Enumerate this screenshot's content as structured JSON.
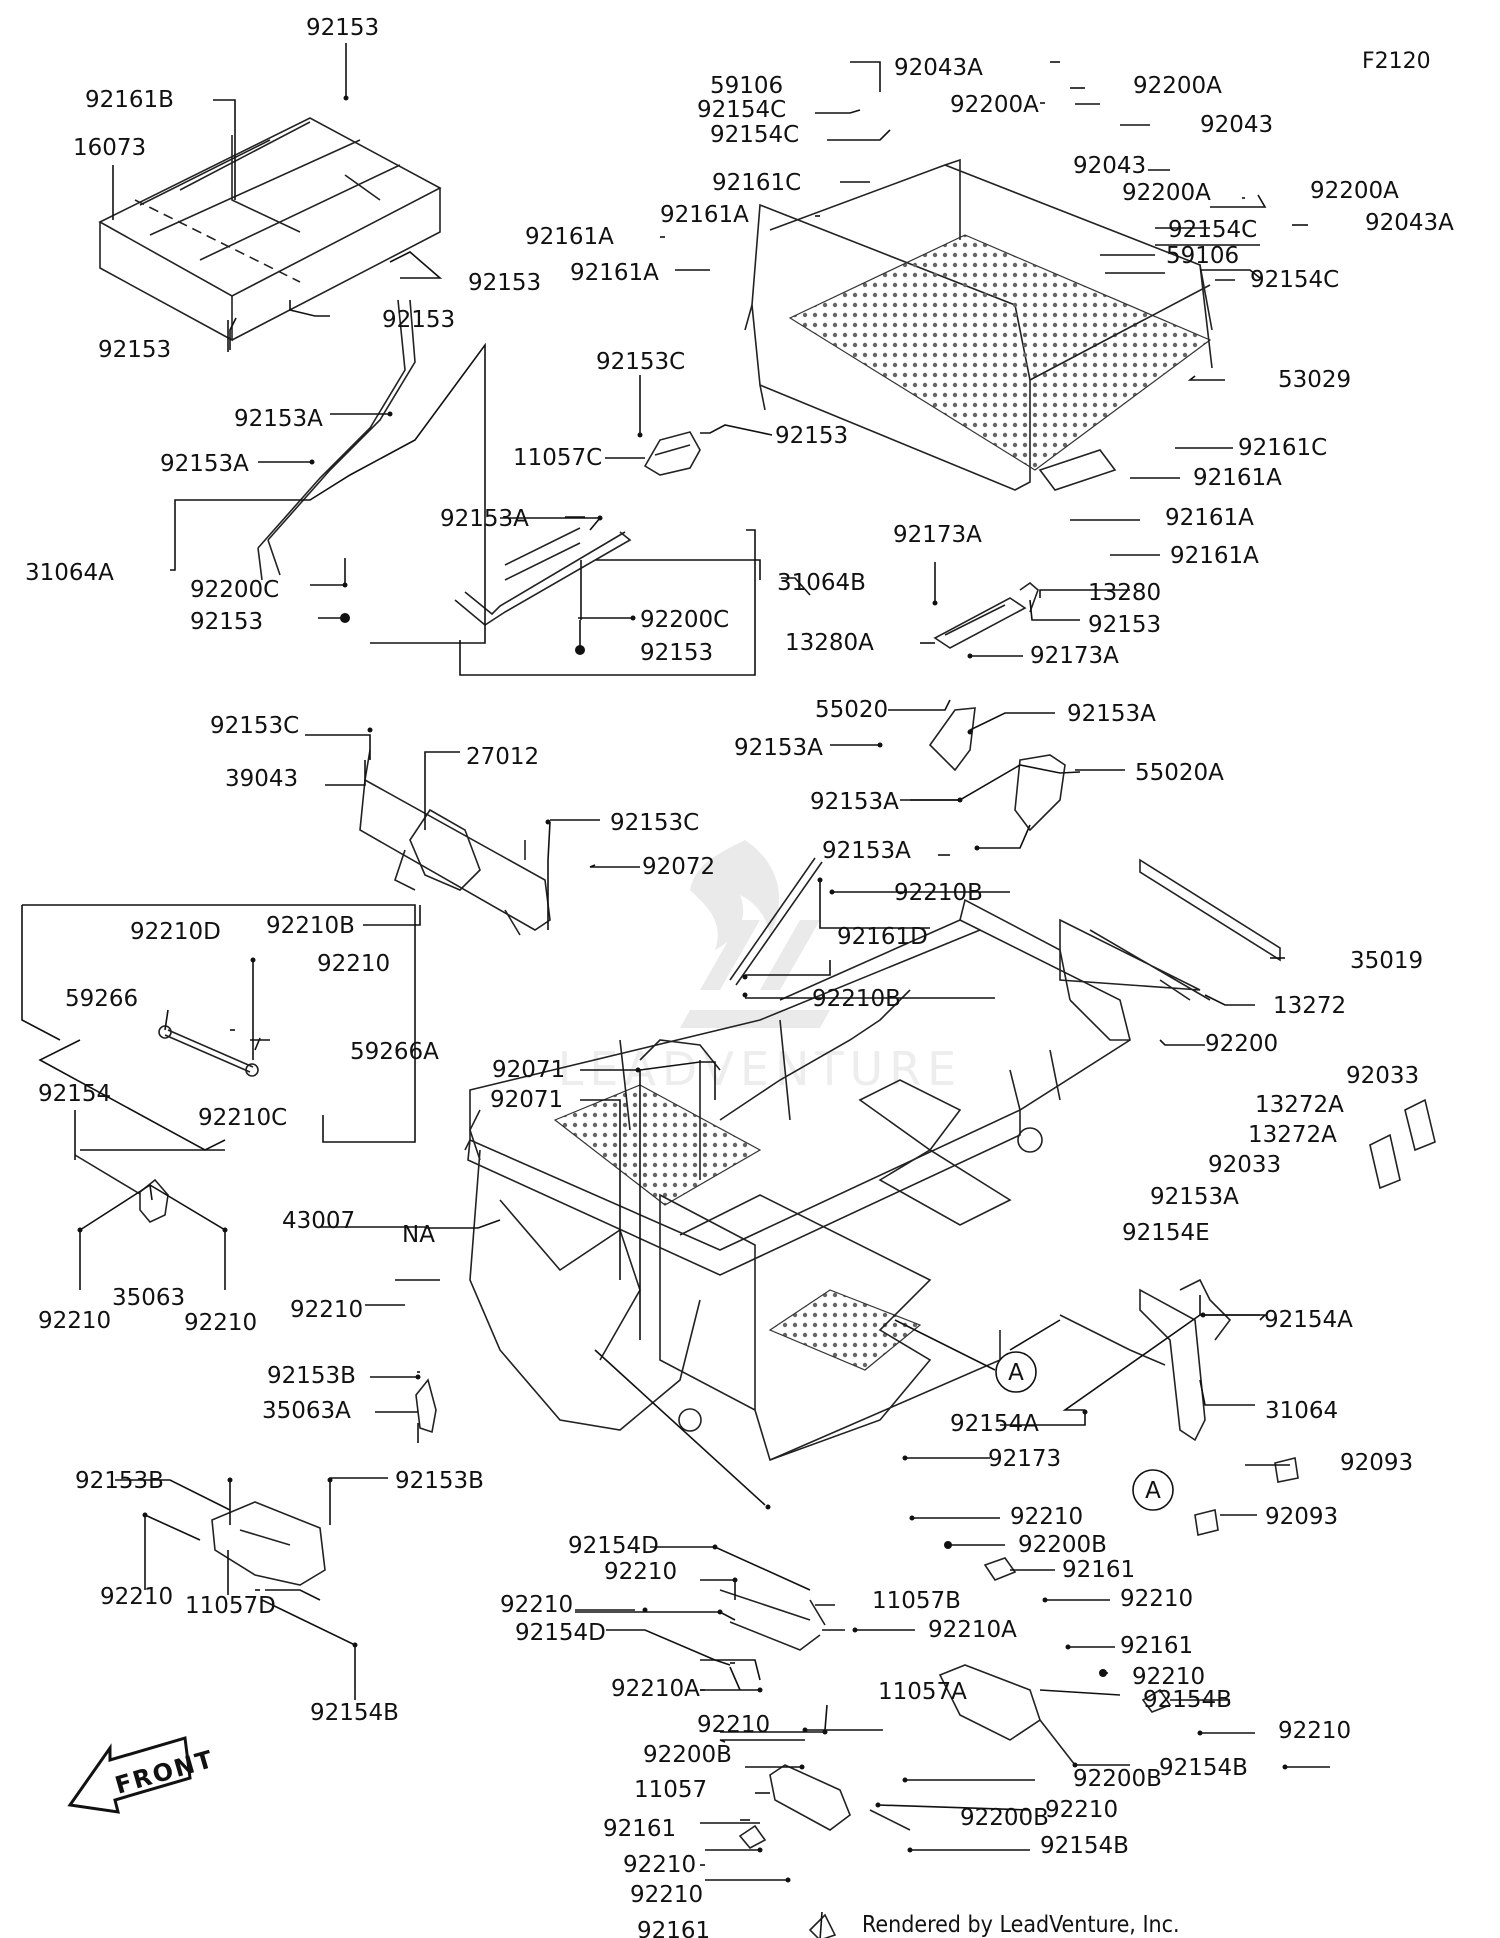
{
  "figure_code": "F2120",
  "footer": "Rendered by LeadVenture, Inc.",
  "front_arrow": "FRONT",
  "watermark": "LEADVENTURE",
  "ref_a": "A",
  "labels": [
    "92153",
    "92161B",
    "16073",
    "92153",
    "92153",
    "92153",
    "92153A",
    "92153A",
    "31064A",
    "92200C",
    "92153",
    "92153C",
    "11057C",
    "92153",
    "92153A",
    "31064B",
    "92200C",
    "92153",
    "59106",
    "92154C",
    "92154C",
    "92043A",
    "92200A",
    "92200A",
    "92043",
    "92043",
    "92200A",
    "92200A",
    "92154C",
    "92043A",
    "59106",
    "92154C",
    "92161C",
    "92161A",
    "92161A",
    "92161A",
    "53029",
    "92161C",
    "92161A",
    "92161A",
    "92161A",
    "92173A",
    "13280",
    "92153",
    "13280A",
    "92173A",
    "55020",
    "92153A",
    "92153A",
    "92153A",
    "55020A",
    "92153A",
    "92153C",
    "27012",
    "39043",
    "92153C",
    "92072",
    "92210B",
    "92210B",
    "92161D",
    "92210B",
    "35019",
    "13272",
    "92200",
    "92210D",
    "92210",
    "59266",
    "59266A",
    "92210C",
    "92154",
    "43007",
    "35063",
    "92210",
    "92210",
    "92071",
    "92071",
    "NA",
    "92033",
    "13272A",
    "13272A",
    "92033",
    "92153A",
    "92154E",
    "92154A",
    "31064",
    "92154A",
    "92210",
    "92153B",
    "35063A",
    "92173",
    "92093",
    "92093",
    "92153B",
    "92153B",
    "92210",
    "11057D",
    "92154B",
    "92154B",
    "92210",
    "92200B",
    "92161",
    "92210",
    "92154D",
    "92210",
    "11057B",
    "92210",
    "92210A",
    "92154D",
    "92210A",
    "92210",
    "92200B",
    "92161",
    "92210",
    "11057A",
    "92154B",
    "92210",
    "92200B",
    "92210",
    "11057",
    "92200B",
    "92161",
    "92210",
    "92154B",
    "92210",
    "92161"
  ]
}
